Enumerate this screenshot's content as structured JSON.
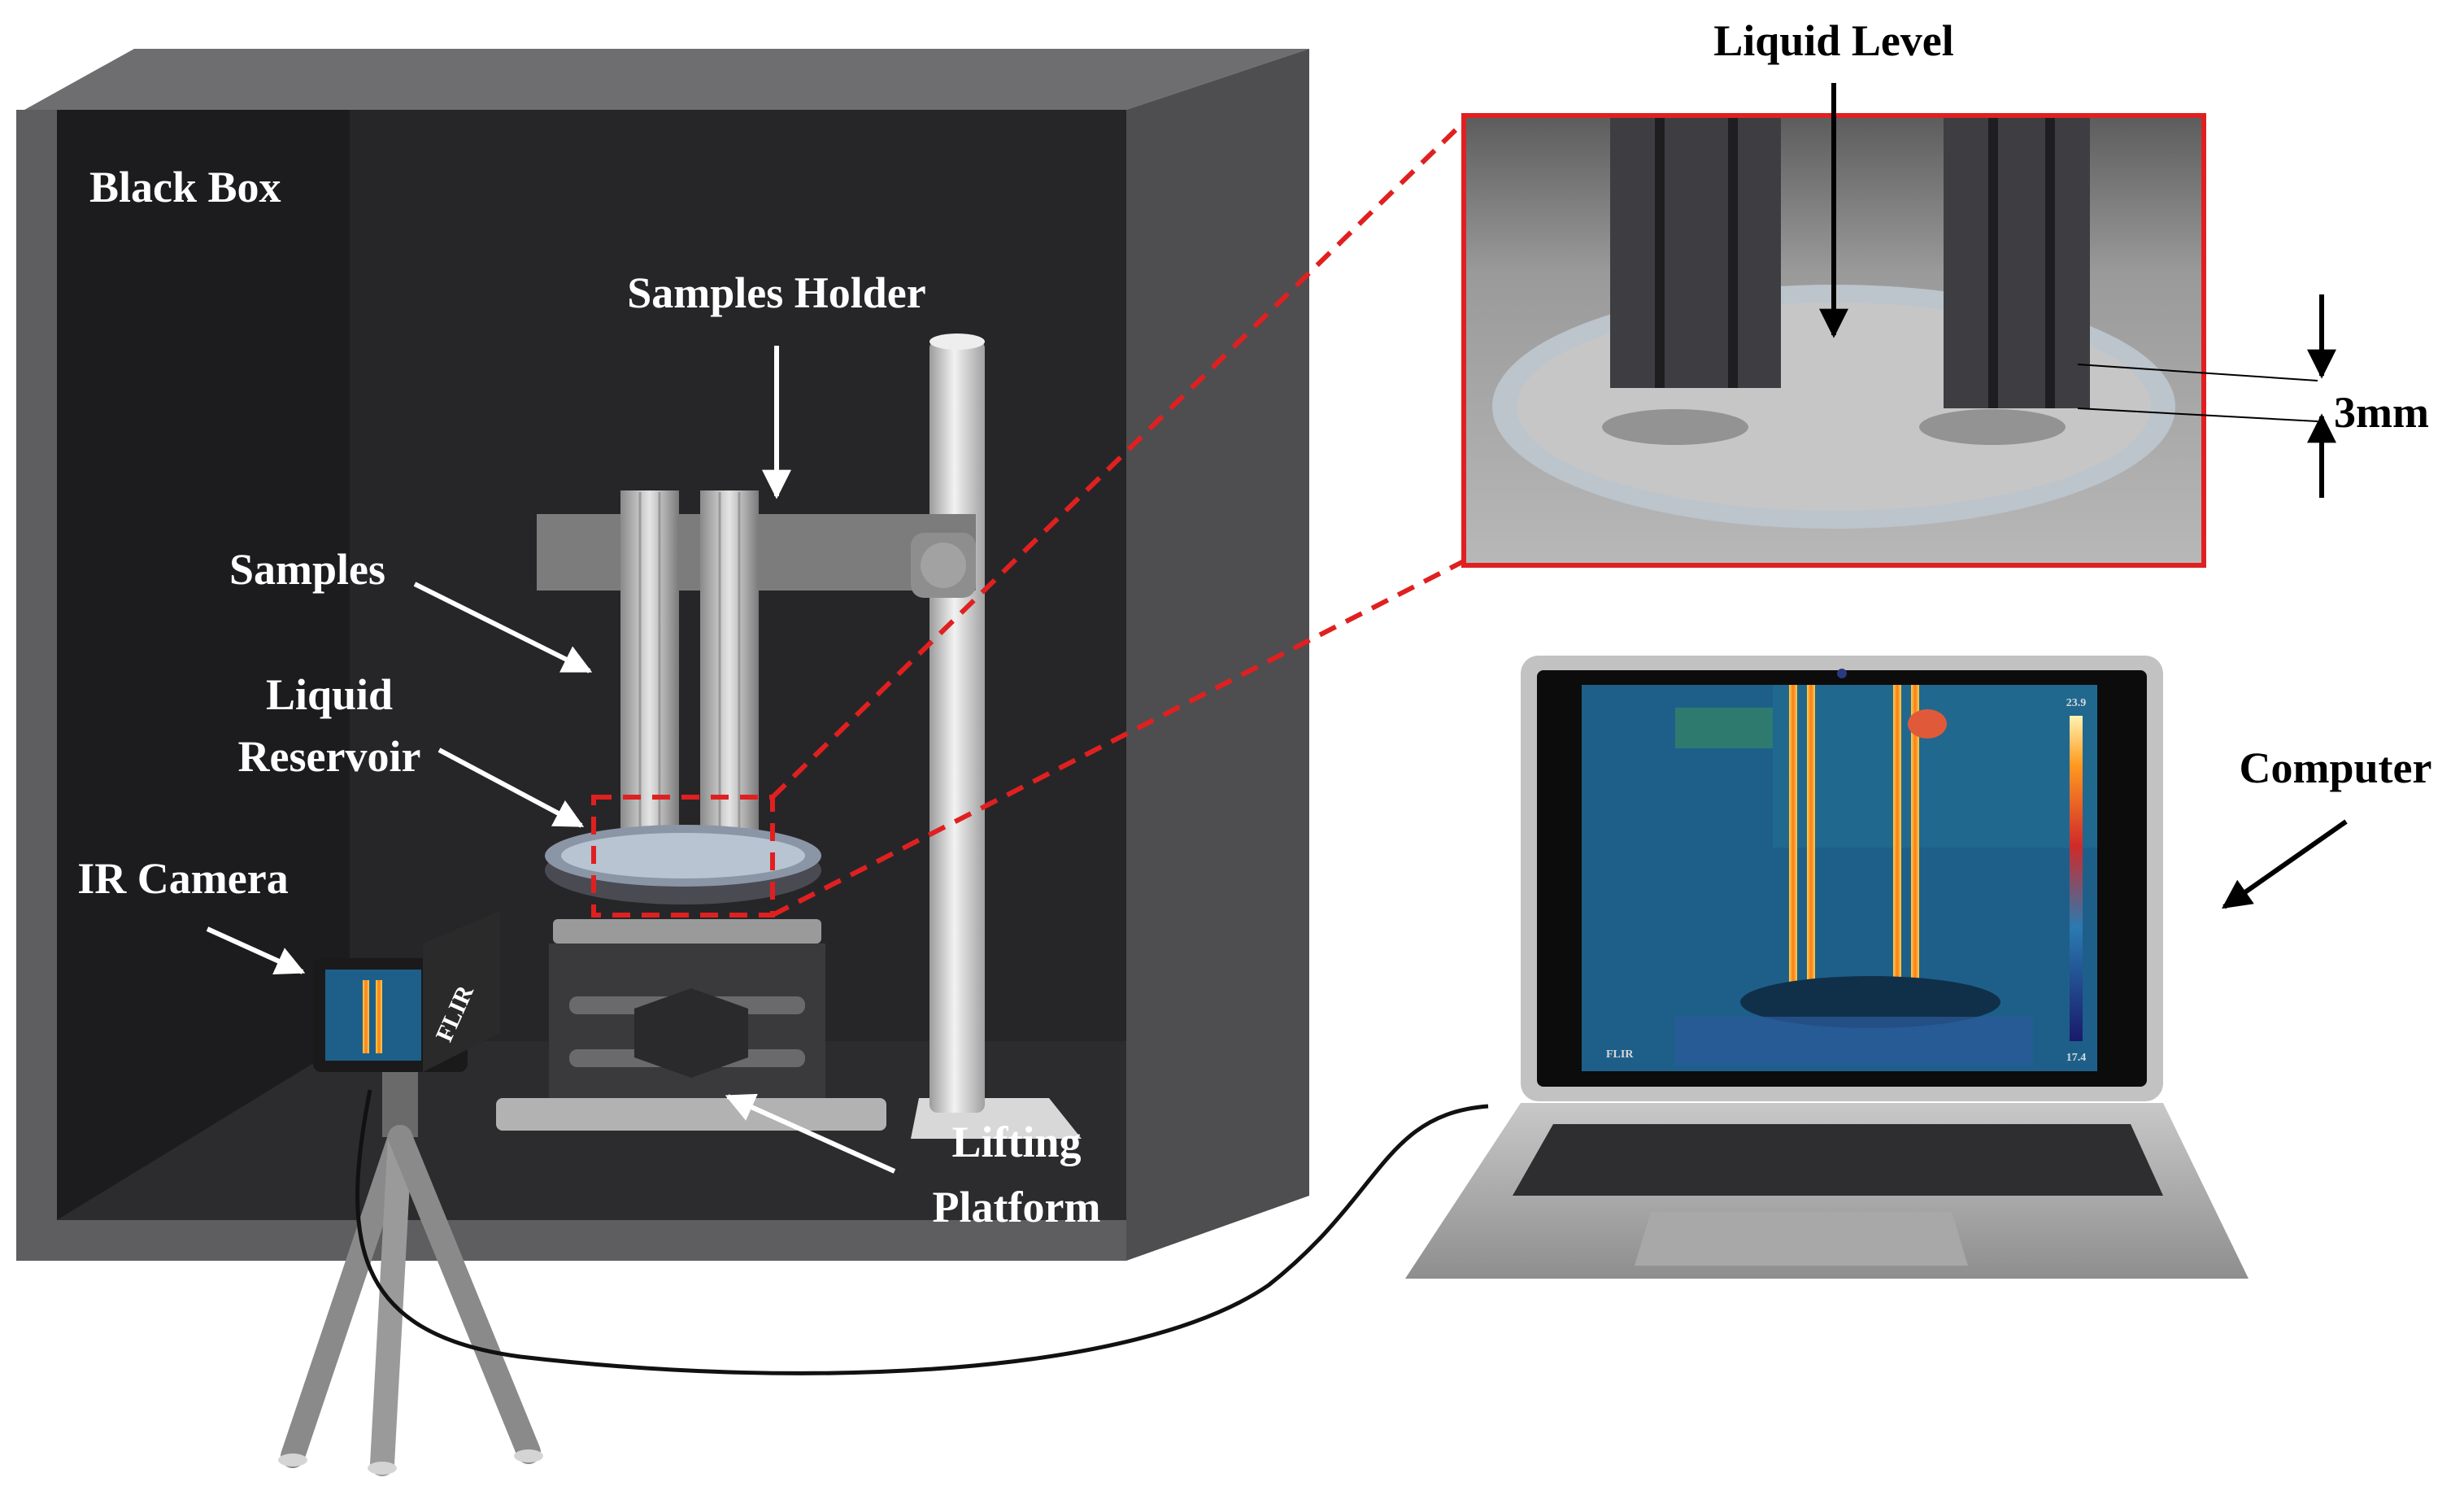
{
  "labels": {
    "black_box": "Black Box",
    "samples_holder": "Samples Holder",
    "samples": "Samples",
    "liquid_reservoir_1": "Liquid",
    "liquid_reservoir_2": "Reservoir",
    "ir_camera": "IR Camera",
    "lifting_platform_1": "Lifting",
    "lifting_platform_2": "Platform",
    "liquid_level": "Liquid Level",
    "gap": "3mm",
    "computer": "Computer"
  },
  "camera_brand": "FLIR",
  "thermal_display": {
    "temp_max": "23.9",
    "temp_min": "17.4",
    "brand": "FLIR"
  },
  "colors": {
    "box_face": "#5e5e60",
    "box_inner": "#262628",
    "highlight": "#e02020",
    "thermal_bg": "#1e5f8a"
  }
}
